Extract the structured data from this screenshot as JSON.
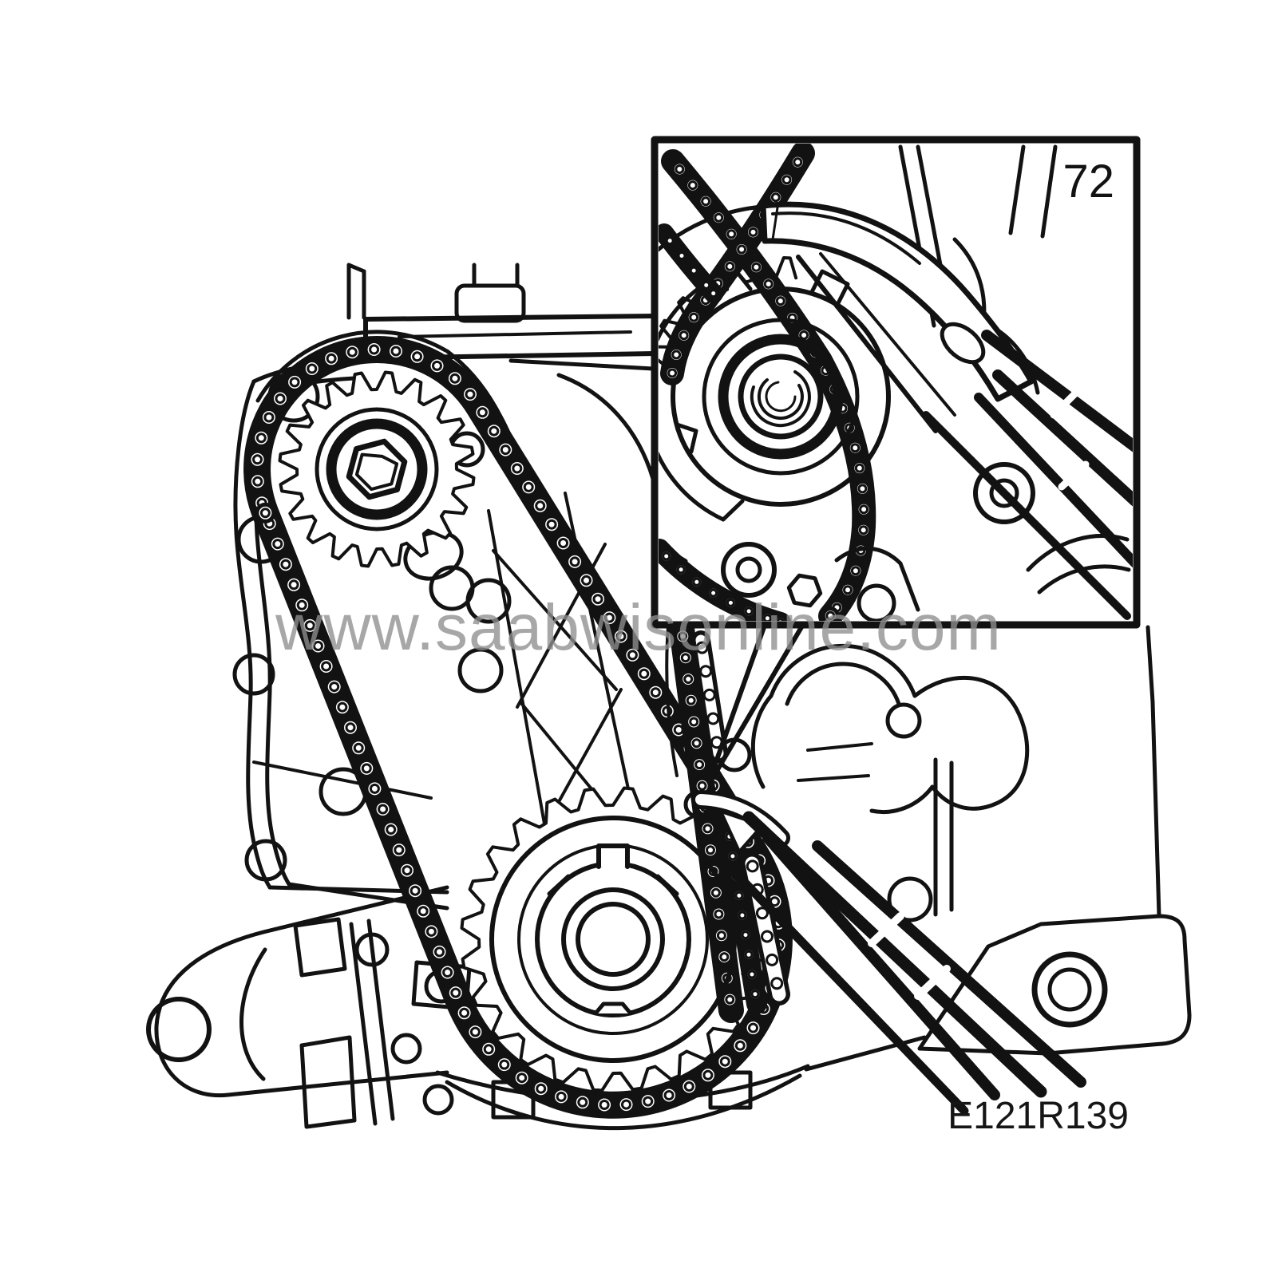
{
  "figure": {
    "watermark": "www.saabwisonline.com",
    "inset_label": "72",
    "reference_code": "E121R139"
  },
  "colors": {
    "background": "#ffffff",
    "ink": "#121212",
    "watermark": "#8e8e8e"
  }
}
